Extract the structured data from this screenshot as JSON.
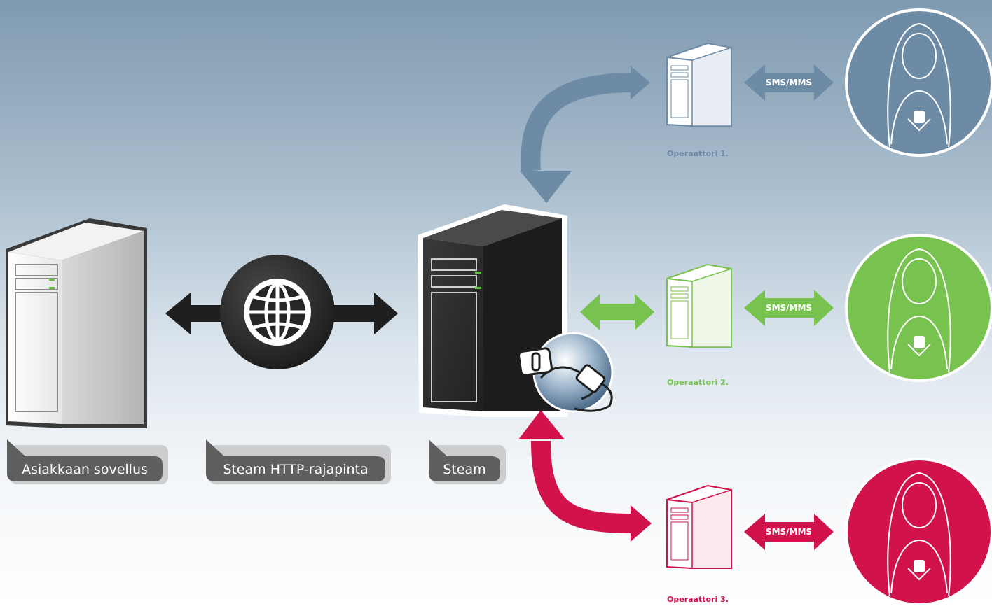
{
  "colors": {
    "operator1": "#6e8ba6",
    "operator2": "#78c24f",
    "operator3": "#d2124a",
    "label_box": "#5f5f5f",
    "server_dark": "#2e2e2e"
  },
  "callouts": {
    "client": "Asiakkaan sovellus",
    "api": "Steam HTTP-rajapinta",
    "steam": "Steam"
  },
  "operators": [
    {
      "label": "Operaattori 1.",
      "link": "SMS/MMS"
    },
    {
      "label": "Operaattori 2.",
      "link": "SMS/MMS"
    },
    {
      "label": "Operaattori 3.",
      "link": "SMS/MMS"
    }
  ],
  "icons": {
    "client_server": "server-icon",
    "api": "globe-icon",
    "steam_server": "server-icon",
    "network": "network-plug-icon",
    "person": "person-with-phone-icon"
  }
}
